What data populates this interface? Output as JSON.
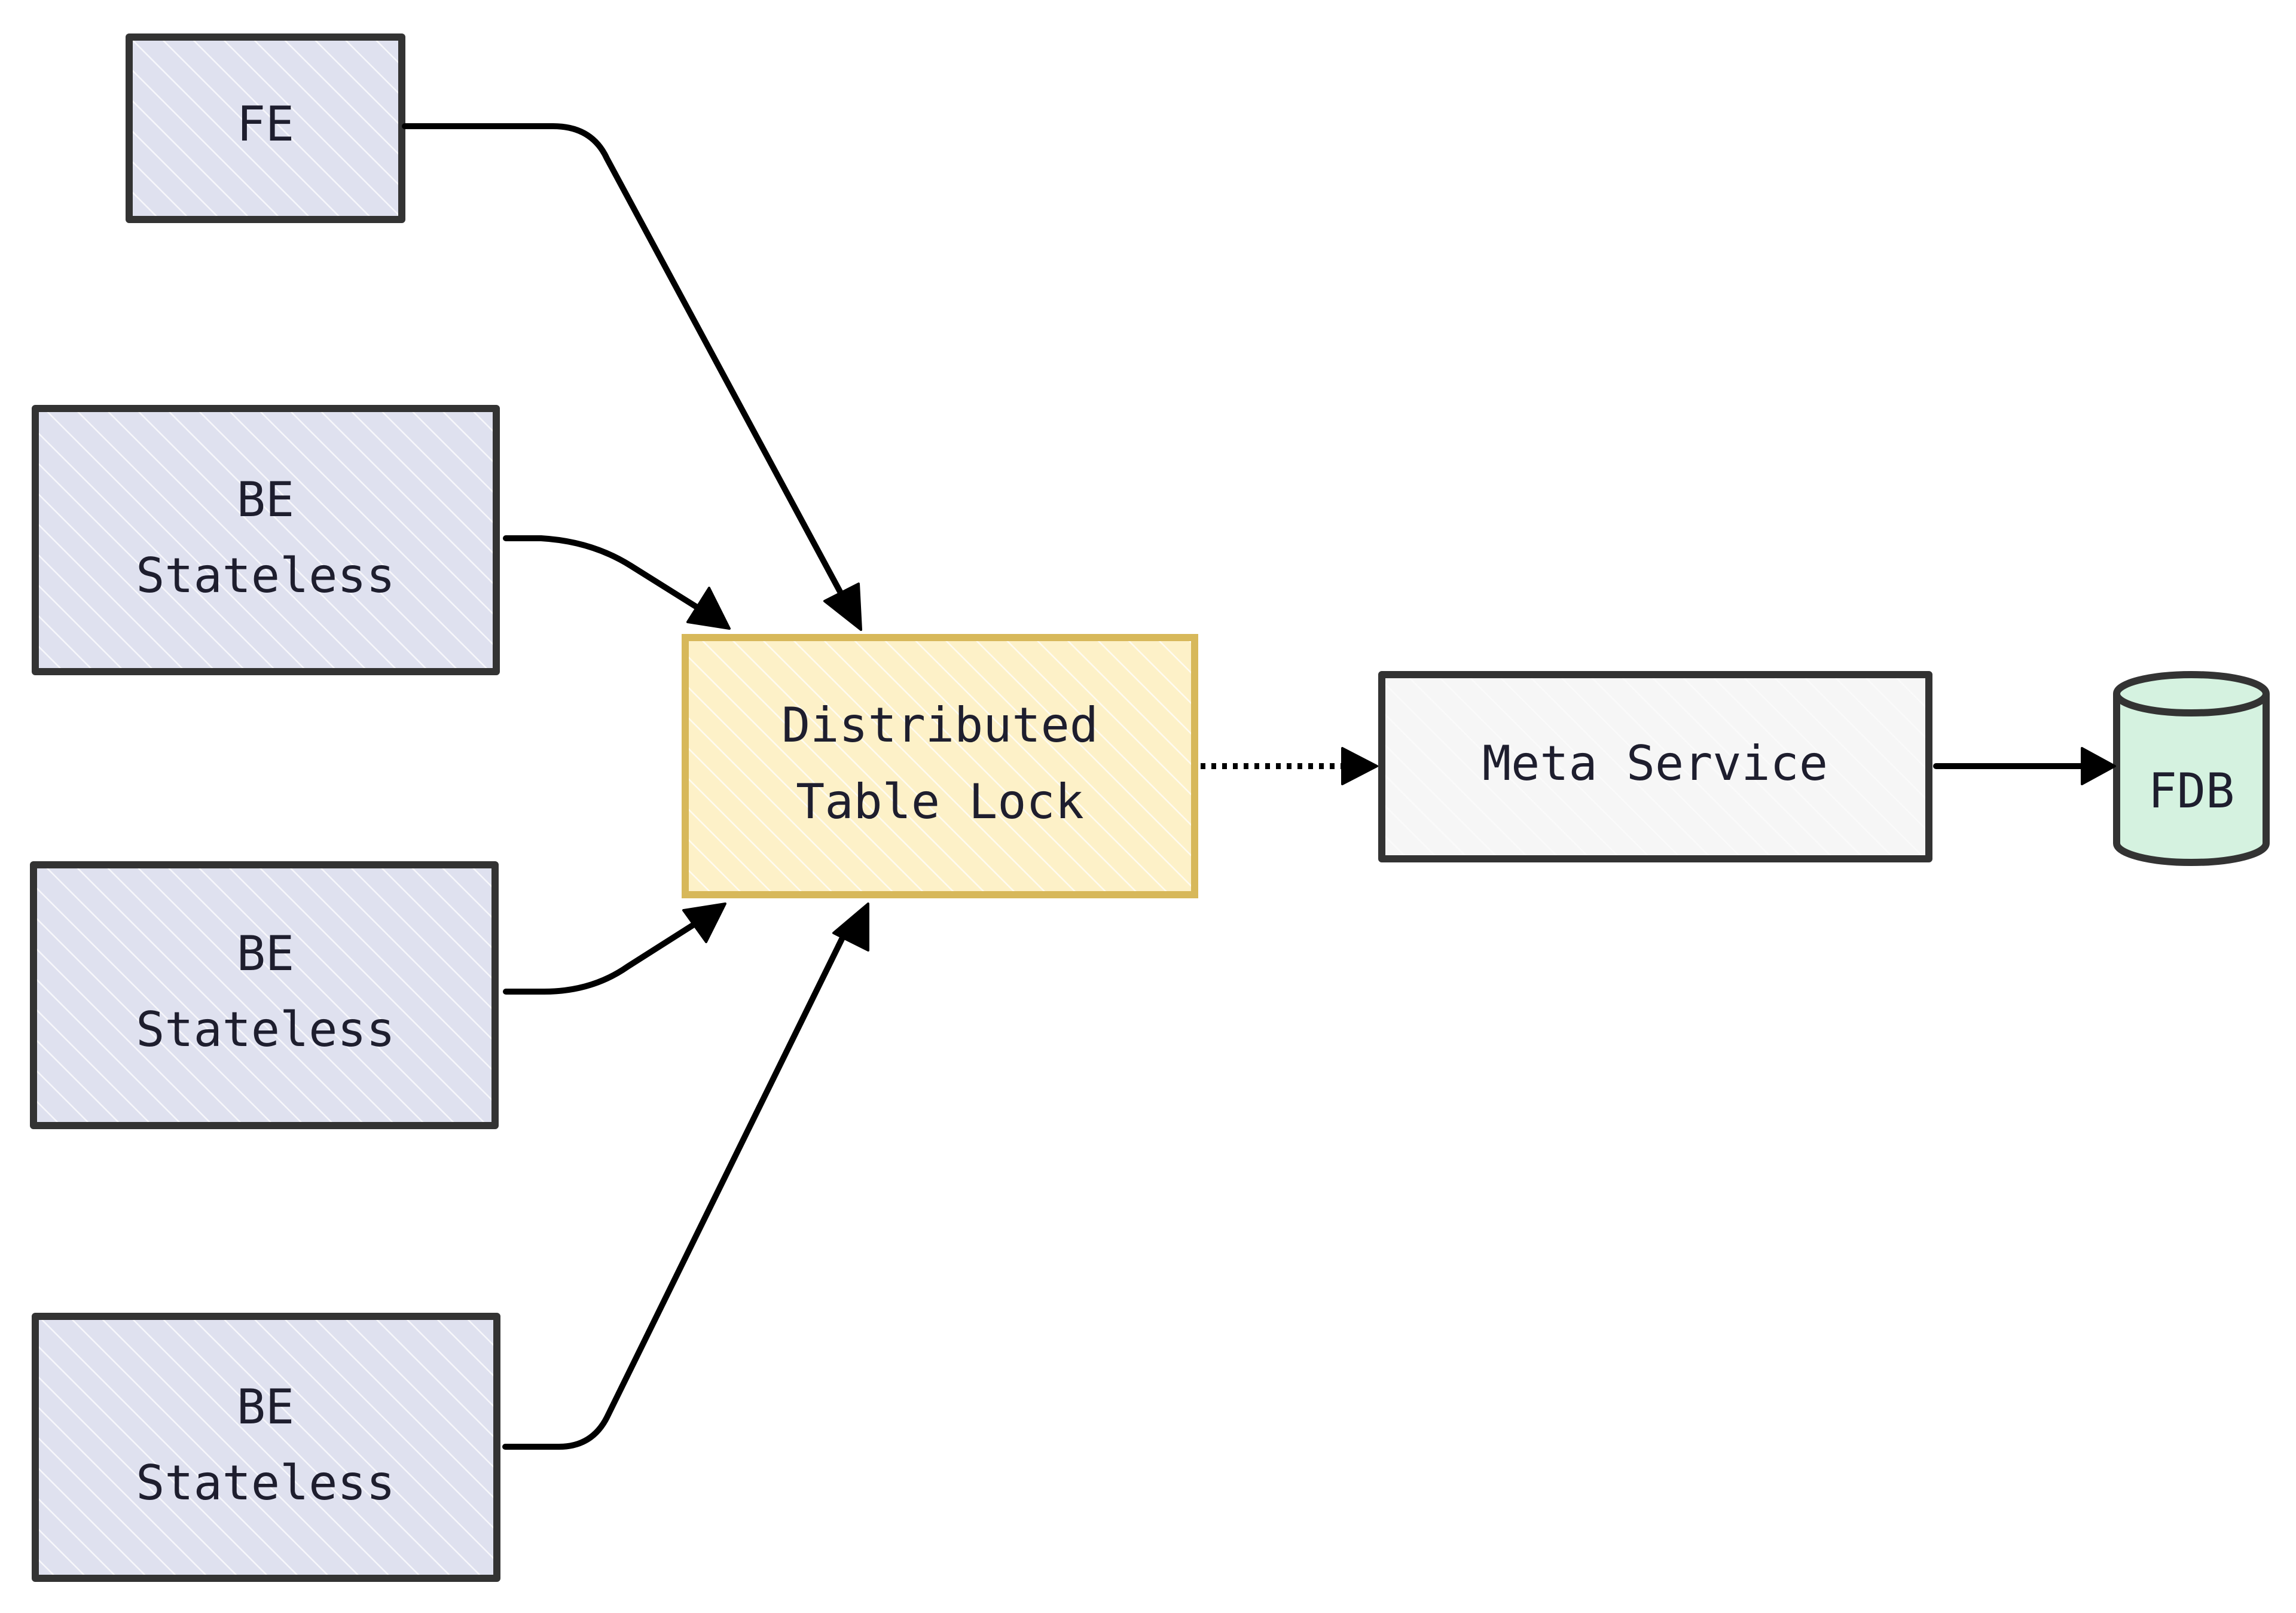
{
  "colors": {
    "client_fill": "#dfe1ef",
    "lock_fill": "#fdf1c8",
    "lock_stroke": "#d7b85a",
    "meta_fill": "#f6f6f6",
    "fdb_fill": "#d5f2e0",
    "stroke": "#333333",
    "text": "#1e1e2e"
  },
  "nodes": {
    "fe": {
      "label": "FE",
      "icon": "rectangle"
    },
    "be1": {
      "line1": "BE",
      "line2": "Stateless",
      "icon": "rectangle"
    },
    "be2": {
      "line1": "BE",
      "line2": "Stateless",
      "icon": "rectangle"
    },
    "be3": {
      "line1": "BE",
      "line2": "Stateless",
      "icon": "rectangle"
    },
    "lock": {
      "line1": "Distributed",
      "line2": "Table Lock",
      "icon": "rectangle"
    },
    "meta": {
      "label": "Meta Service",
      "icon": "rectangle"
    },
    "fdb": {
      "label": "FDB",
      "icon": "database-cylinder-icon"
    }
  },
  "edges": [
    {
      "from": "FE",
      "to": "Distributed Table Lock",
      "style": "solid"
    },
    {
      "from": "BE Stateless",
      "to": "Distributed Table Lock",
      "style": "solid"
    },
    {
      "from": "BE Stateless",
      "to": "Distributed Table Lock",
      "style": "solid"
    },
    {
      "from": "BE Stateless",
      "to": "Distributed Table Lock",
      "style": "solid"
    },
    {
      "from": "Distributed Table Lock",
      "to": "Meta Service",
      "style": "dotted"
    },
    {
      "from": "Meta Service",
      "to": "FDB",
      "style": "solid"
    }
  ]
}
